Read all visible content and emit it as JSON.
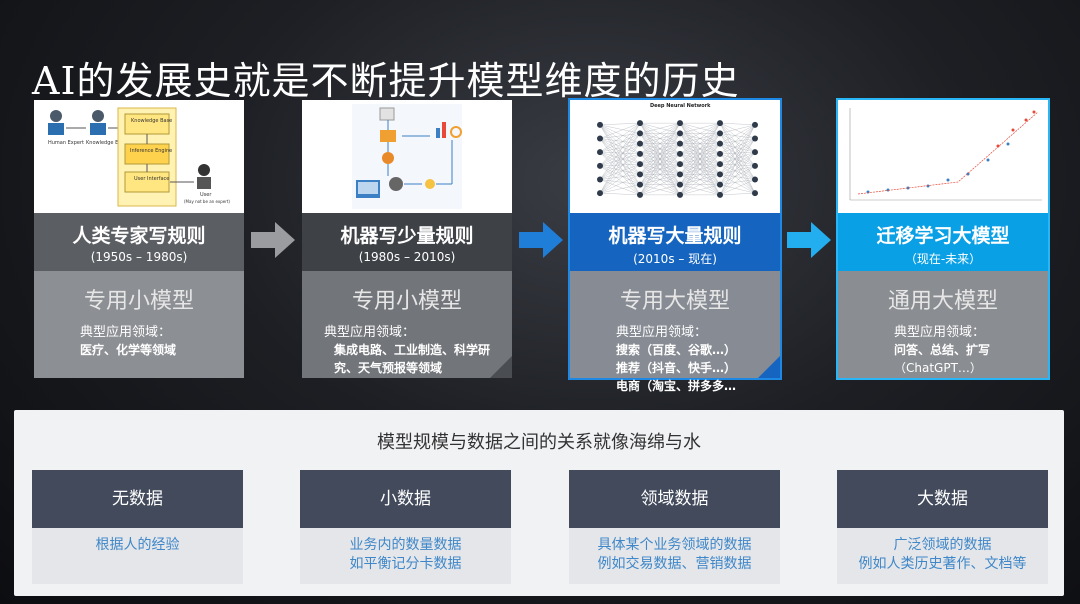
{
  "title": "AI的发展史就是不断提升模型维度的历史",
  "stages": [
    {
      "name": "人类专家写规则",
      "years": "(1950s – 1980s)",
      "model": "专用小模型",
      "label": "典型应用领域：",
      "lines": [
        "医疗、化学等领域"
      ]
    },
    {
      "name": "机器写少量规则",
      "years": "(1980s – 2010s)",
      "model": "专用小模型",
      "label": "典型应用领域：",
      "lines": [
        "集成电路、工业制造、科学研",
        "究、天气预报等领域"
      ]
    },
    {
      "name": "机器写大量规则",
      "years": "(2010s – 现在)",
      "model": "专用大模型",
      "label": "典型应用领域：",
      "lines": [
        "搜索（百度、谷歌…）",
        "推荐（抖音、快手…）",
        "电商（淘宝、拼多多…"
      ]
    },
    {
      "name": "迁移学习大模型",
      "years": "（现在-未来）",
      "model": "通用大模型",
      "label": "典型应用领域：",
      "lines": [
        "问答、总结、扩写",
        "（ChatGPT…）"
      ]
    }
  ],
  "diagram1": {
    "human_expert": "Human Expert",
    "knowledge_engineer": "Knowledge Engineer",
    "kb": "Knowledge Base",
    "ie": "Inference Engine",
    "ui": "User Interface",
    "user": "User",
    "user_note": "(May not be an expert)"
  },
  "diagram3": {
    "title": "Deep Neural Network"
  },
  "lower": {
    "subtitle": "模型规模与数据之间的关系就像海绵与水",
    "cards": [
      {
        "head": "无数据",
        "lines": [
          "根据人的经验"
        ]
      },
      {
        "head": "小数据",
        "lines": [
          "业务内的数量数据",
          "如平衡记分卡数据"
        ]
      },
      {
        "head": "领域数据",
        "lines": [
          "具体某个业务领域的数据",
          "例如交易数据、营销数据"
        ]
      },
      {
        "head": "大数据",
        "lines": [
          "广泛领域的数据",
          "例如人类历史著作、文档等"
        ]
      }
    ]
  }
}
